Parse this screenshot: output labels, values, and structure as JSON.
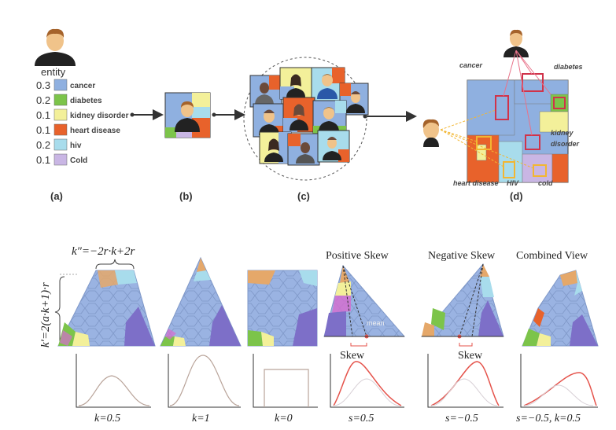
{
  "colors": {
    "cancer": "#8fb0e0",
    "diabetes": "#7cc44a",
    "kidney": "#f3f09a",
    "heart": "#e8622b",
    "hiv": "#a8dcec",
    "cold": "#c9b6e4",
    "cell_fill": "#9ab3e2",
    "cell_line": "#7f98c8",
    "curve_gray": "#b9a49a",
    "curve_red": "#e5534b",
    "person_skin": "#f0c38a",
    "person_hair": "#a5632b",
    "person_shirt": "#222222"
  },
  "top": {
    "entity_label": "entity",
    "legend": [
      {
        "value": "0.3",
        "name": "cancer",
        "color_key": "cancer"
      },
      {
        "value": "0.2",
        "name": "diabetes",
        "color_key": "diabetes"
      },
      {
        "value": "0.1",
        "name": "kidney disorder",
        "color_key": "kidney"
      },
      {
        "value": "0.1",
        "name": "heart disease",
        "color_key": "heart"
      },
      {
        "value": "0.2",
        "name": "hiv",
        "color_key": "hiv"
      },
      {
        "value": "0.1",
        "name": "Cold",
        "color_key": "cold"
      }
    ],
    "panel_labels": {
      "a": "(a)",
      "b": "(b)",
      "c": "(c)",
      "d": "(d)"
    },
    "treemap_labels": {
      "cancer": "cancer",
      "diabetes": "diabetes",
      "kidney_line1": "kidney",
      "kidney_line2": "disorder",
      "heart": "heart disease",
      "hiv": "HIV",
      "cold": "cold"
    }
  },
  "bottom": {
    "formula_top": "k″=−2r·k+2r",
    "formula_side": "k′=2(a·k+1)·r",
    "headers": {
      "positive": "Positive Skew",
      "negative": "Negative Skew",
      "combined": "Combined View"
    },
    "skew_label": "Skew",
    "mean_label": "mean",
    "captions": [
      "k=0.5",
      "k=1",
      "k=0",
      "s=0.5",
      "s=−0.5",
      "s=−0.5, k=0.5"
    ]
  }
}
